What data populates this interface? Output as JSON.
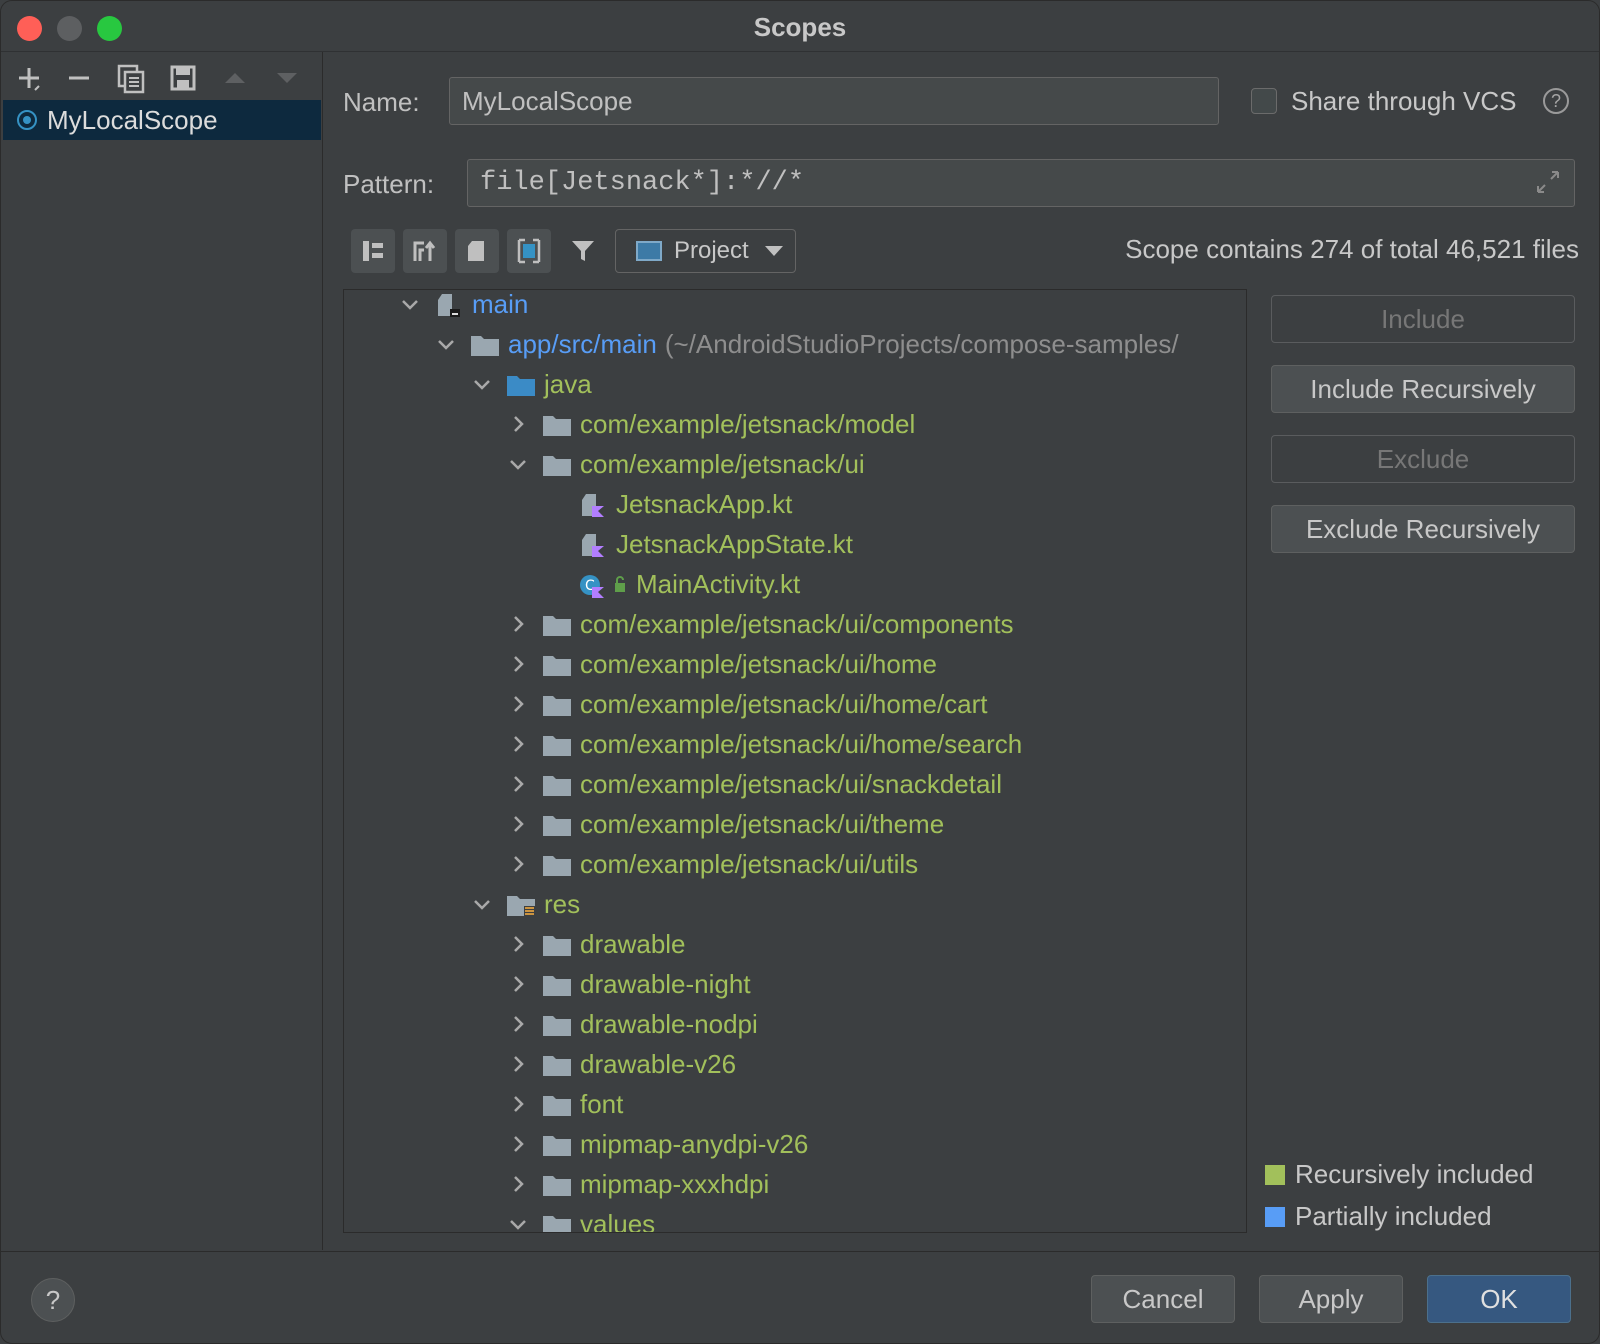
{
  "window": {
    "title": "Scopes"
  },
  "left_panel": {
    "toolbar": [
      {
        "name": "add-icon",
        "glyph": "+"
      },
      {
        "name": "remove-icon",
        "glyph": "−"
      },
      {
        "name": "copy-icon",
        "glyph": "⧉"
      },
      {
        "name": "save-icon",
        "glyph": "🖫"
      },
      {
        "name": "move-up-icon",
        "glyph": "▲"
      },
      {
        "name": "move-down-icon",
        "glyph": "▼"
      }
    ],
    "selected_scope": "MyLocalScope"
  },
  "form": {
    "name_label": "Name:",
    "name_value": "MyLocalScope",
    "share_label": "Share through VCS",
    "help_glyph": "?",
    "pattern_label": "Pattern:",
    "pattern_value": "file[Jetsnack*]:*//*"
  },
  "toolbar": {
    "view_dropdown": "Project",
    "scope_info": "Scope contains 274 of total 46,521 files"
  },
  "tree": [
    {
      "label": "main",
      "depth": 0,
      "state": "expanded",
      "icon": "module-icon",
      "color": "blue"
    },
    {
      "label": "app/src/main",
      "suffix": "(~/AndroidStudioProjects/compose-samples/",
      "depth": 1,
      "state": "expanded",
      "icon": "folder-icon",
      "color": "blue"
    },
    {
      "label": "java",
      "depth": 2,
      "state": "expanded",
      "icon": "source-folder-icon",
      "color": "green"
    },
    {
      "label": "com/example/jetsnack/model",
      "depth": 3,
      "state": "collapsed",
      "icon": "folder-icon",
      "color": "green"
    },
    {
      "label": "com/example/jetsnack/ui",
      "depth": 3,
      "state": "expanded",
      "icon": "folder-icon",
      "color": "green"
    },
    {
      "label": "JetsnackApp.kt",
      "depth": 4,
      "state": "leaf",
      "icon": "kotlin-file-icon",
      "color": "green"
    },
    {
      "label": "JetsnackAppState.kt",
      "depth": 4,
      "state": "leaf",
      "icon": "kotlin-file-icon",
      "color": "green"
    },
    {
      "label": "MainActivity.kt",
      "depth": 4,
      "state": "leaf",
      "icon": "kotlin-class-icon",
      "color": "green"
    },
    {
      "label": "com/example/jetsnack/ui/components",
      "depth": 3,
      "state": "collapsed",
      "icon": "folder-icon",
      "color": "green"
    },
    {
      "label": "com/example/jetsnack/ui/home",
      "depth": 3,
      "state": "collapsed",
      "icon": "folder-icon",
      "color": "green"
    },
    {
      "label": "com/example/jetsnack/ui/home/cart",
      "depth": 3,
      "state": "collapsed",
      "icon": "folder-icon",
      "color": "green"
    },
    {
      "label": "com/example/jetsnack/ui/home/search",
      "depth": 3,
      "state": "collapsed",
      "icon": "folder-icon",
      "color": "green"
    },
    {
      "label": "com/example/jetsnack/ui/snackdetail",
      "depth": 3,
      "state": "collapsed",
      "icon": "folder-icon",
      "color": "green"
    },
    {
      "label": "com/example/jetsnack/ui/theme",
      "depth": 3,
      "state": "collapsed",
      "icon": "folder-icon",
      "color": "green"
    },
    {
      "label": "com/example/jetsnack/ui/utils",
      "depth": 3,
      "state": "collapsed",
      "icon": "folder-icon",
      "color": "green"
    },
    {
      "label": "res",
      "depth": 2,
      "state": "expanded",
      "icon": "resource-folder-icon",
      "color": "green"
    },
    {
      "label": "drawable",
      "depth": 3,
      "state": "collapsed",
      "icon": "folder-icon",
      "color": "green"
    },
    {
      "label": "drawable-night",
      "depth": 3,
      "state": "collapsed",
      "icon": "folder-icon",
      "color": "green"
    },
    {
      "label": "drawable-nodpi",
      "depth": 3,
      "state": "collapsed",
      "icon": "folder-icon",
      "color": "green"
    },
    {
      "label": "drawable-v26",
      "depth": 3,
      "state": "collapsed",
      "icon": "folder-icon",
      "color": "green"
    },
    {
      "label": "font",
      "depth": 3,
      "state": "collapsed",
      "icon": "folder-icon",
      "color": "green"
    },
    {
      "label": "mipmap-anydpi-v26",
      "depth": 3,
      "state": "collapsed",
      "icon": "folder-icon",
      "color": "green"
    },
    {
      "label": "mipmap-xxxhdpi",
      "depth": 3,
      "state": "collapsed",
      "icon": "folder-icon",
      "color": "green"
    },
    {
      "label": "values",
      "depth": 3,
      "state": "expanded",
      "icon": "folder-icon",
      "color": "green"
    }
  ],
  "actions": {
    "include": "Include",
    "include_recursively": "Include Recursively",
    "exclude": "Exclude",
    "exclude_recursively": "Exclude Recursively"
  },
  "legend": {
    "recursive_label": "Recursively included",
    "recursive_color": "#a2c05b",
    "partial_label": "Partially included",
    "partial_color": "#589df6"
  },
  "footer": {
    "help_glyph": "?",
    "cancel": "Cancel",
    "apply": "Apply",
    "ok": "OK"
  }
}
